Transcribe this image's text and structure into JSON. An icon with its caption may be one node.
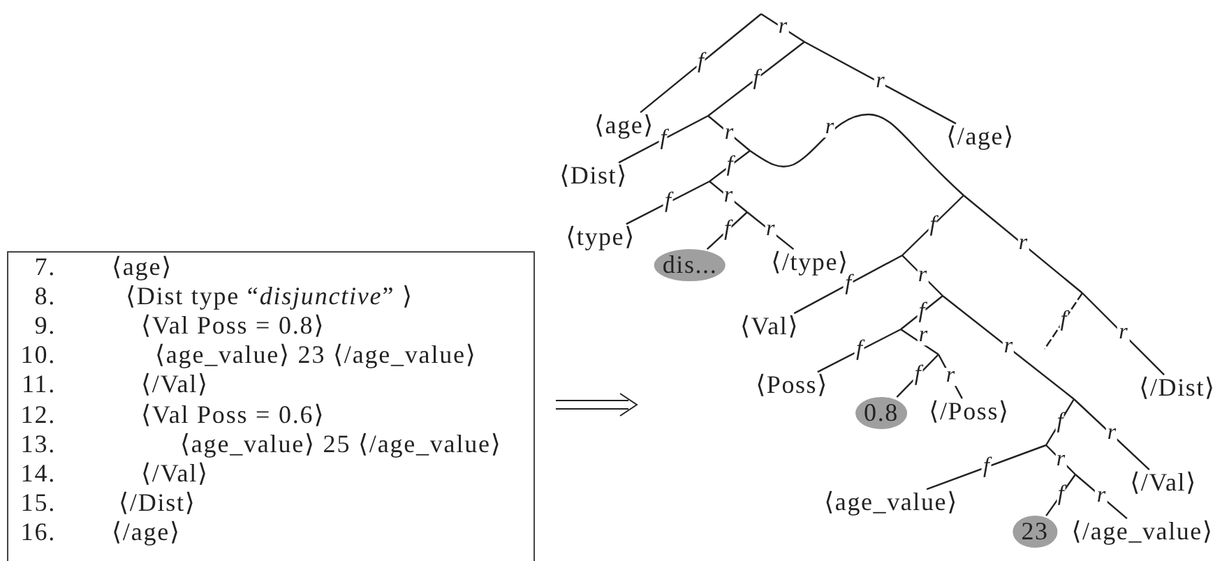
{
  "diagram": {
    "nodes": [
      {
        "text": [
          "7.",
          "⟨age⟩",
          "8.",
          "⟨Dist type “*disjunctive*” ⟩",
          "9.",
          "⟨Val Poss = 0.8⟩",
          "10.",
          "⟨age_value⟩ 23 ⟨/age_value⟩",
          "11.",
          "⟨/Val⟩",
          "12.",
          "⟨Val Poss = 0.6⟩",
          "13.",
          "⟨age_value⟩ 25 ⟨/age_value⟩",
          "14.",
          "⟨/Val⟩",
          "15.",
          "⟨/Dist⟩",
          "16.",
          "⟨/age⟩"
        ]
      },
      {
        "text": [
          "⟨age⟩"
        ]
      },
      {
        "text": [
          "⟨/age⟩"
        ]
      },
      {
        "text": [
          "⟨Dist⟩"
        ]
      },
      {
        "text": [
          "⟨type⟩"
        ]
      },
      {
        "text": [
          "⟨/type⟩"
        ]
      },
      {
        "text": [
          "dis..."
        ]
      },
      {
        "text": [
          "⟨Val⟩"
        ]
      },
      {
        "text": [
          "⟨Poss⟩"
        ]
      },
      {
        "text": [
          "⟨/Dist⟩"
        ]
      },
      {
        "text": [
          "0.8"
        ]
      },
      {
        "text": [
          "⟨/Poss⟩"
        ]
      },
      {
        "text": [
          "⟨/Val⟩"
        ]
      },
      {
        "text": [
          "⟨age_value⟩"
        ]
      },
      {
        "text": [
          "23"
        ]
      },
      {
        "text": [
          "⟨/age_value⟩"
        ]
      }
    ],
    "edges": [
      {
        "from": null,
        "to": 1,
        "arrow": "none",
        "label": "f"
      },
      {
        "from": null,
        "to": 2,
        "arrow": "none",
        "label": "r"
      },
      {
        "from": null,
        "to": 3,
        "arrow": "none",
        "label": "f"
      },
      {
        "from": null,
        "to": 4,
        "arrow": "none",
        "label": "f"
      },
      {
        "from": null,
        "to": 5,
        "arrow": "none",
        "label": "r"
      },
      {
        "from": null,
        "to": 6,
        "arrow": "none",
        "label": "f"
      },
      {
        "from": null,
        "to": 7,
        "arrow": "none",
        "label": "f"
      },
      {
        "from": null,
        "to": 8,
        "arrow": "none",
        "label": "f"
      },
      {
        "from": null,
        "to": 9,
        "arrow": "none",
        "label": "r"
      },
      {
        "from": null,
        "to": 10,
        "arrow": "none",
        "label": "f"
      },
      {
        "from": null,
        "to": 11,
        "arrow": "none",
        "label": "r"
      },
      {
        "from": null,
        "to": 12,
        "arrow": "none",
        "label": "r"
      },
      {
        "from": null,
        "to": 13,
        "arrow": "none",
        "label": "f"
      },
      {
        "from": null,
        "to": 14,
        "arrow": "none",
        "label": "f"
      },
      {
        "from": null,
        "to": 15,
        "arrow": "none",
        "label": "r"
      }
    ],
    "labels": [
      "r",
      "f",
      "r",
      "r",
      "f",
      "r",
      "r",
      "f",
      "r",
      "f",
      "f",
      "r",
      "r",
      "f",
      "r"
    ]
  }
}
